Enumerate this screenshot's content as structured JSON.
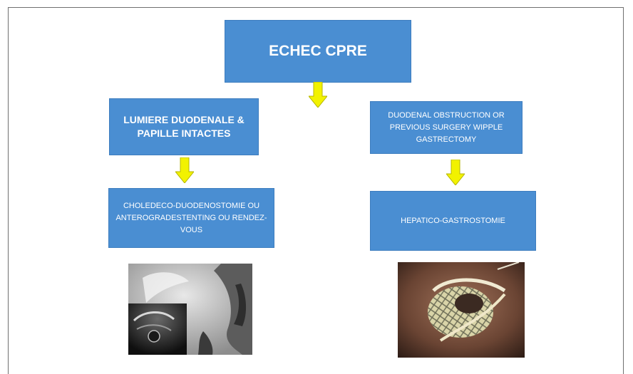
{
  "diagram": {
    "title": "ECHEC CPRE",
    "left_branch": {
      "condition": "LUMIERE DUODENALE & PAPILLE INTACTES",
      "procedure": "CHOLEDECO-DUODENOSTOMIE OU ANTEROGRADESTENTING OU RENDEZ-VOUS",
      "image": "eus-fluoroscopy-image"
    },
    "right_branch": {
      "condition": "DUODENAL OBSTRUCTION OR PREVIOUS SURGERY WIPPLE GASTRECTOMY",
      "procedure": "HEPATICO-GASTROSTOMIE",
      "image": "endoscopic-stent-image"
    }
  },
  "colors": {
    "box_fill": "#4a8ed2",
    "box_text": "#ffffff",
    "arrow_fill": "#f2f200",
    "arrow_stroke": "#b7b700",
    "frame": "#6f6f6f"
  }
}
